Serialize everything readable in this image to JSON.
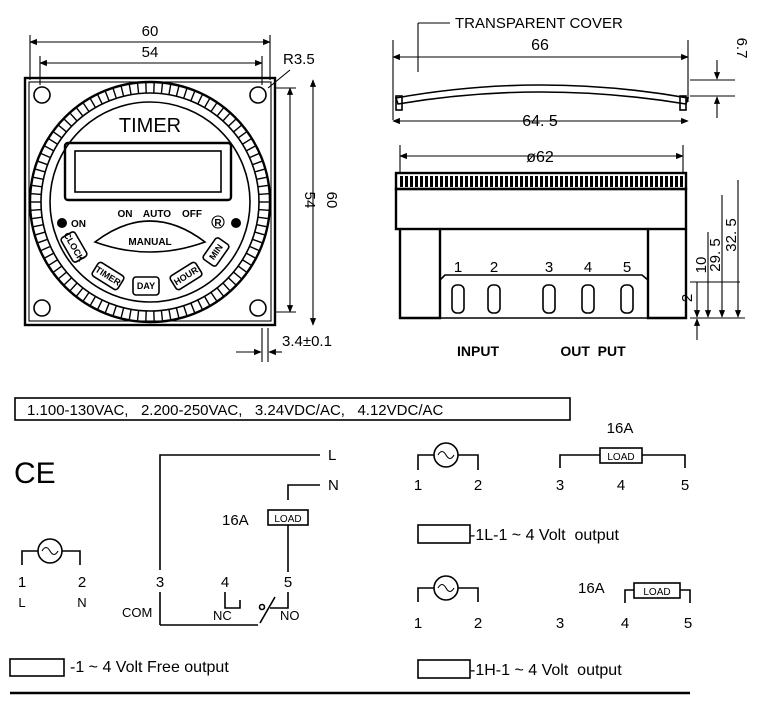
{
  "front_view": {
    "dim_width_outer": "60",
    "dim_width_inner": "54",
    "dim_radius": "R3.5",
    "dim_height_inner": "54",
    "dim_height_outer": "60",
    "dim_thickness": "3.4±0.1",
    "title": "TIMER",
    "mode_on": "ON",
    "mode_auto": "AUTO",
    "mode_off": "OFF",
    "led_on": "ON",
    "manual": "MANUAL",
    "buttons": [
      "CLOCK",
      "TIMER",
      "DAY",
      "HOUR",
      "MIN"
    ]
  },
  "side_view": {
    "cover_label": "TRANSPARENT COVER",
    "dim_cover_width": "66",
    "dim_cover_height": "6.7",
    "dim_cover_base": "64. 5",
    "dim_body_diameter": "ø62",
    "dim_h1": "2",
    "dim_h2": "10",
    "dim_h3": "29. 5",
    "dim_h4": "32. 5",
    "terminals": [
      "1",
      "2",
      "3",
      "4",
      "5"
    ],
    "input_label": "INPUT",
    "output_label": "OUT  PUT"
  },
  "voltage_options": "1.100-130VAC,   2.200-250VAC,   3.24VDC/AC,   4.12VDC/AC",
  "wiring": {
    "ce_mark": "CE",
    "supply_terminals": [
      "1",
      "2"
    ],
    "supply_labels": [
      "L",
      "N"
    ],
    "line_L": "L",
    "line_N": "N",
    "load_rating": "16A",
    "load": "LOAD",
    "relay_terminals": [
      "3",
      "4",
      "5"
    ],
    "com": "COM",
    "nc": "NC",
    "no": "NO",
    "free_output_caption": "-1 ~ 4 Volt Free output"
  },
  "output_1L": {
    "supply_terminals": [
      "1",
      "2"
    ],
    "load_rating": "16A",
    "load": "LOAD",
    "terminals": [
      "3",
      "4",
      "5"
    ],
    "caption": "-1L-1 ~ 4 Volt  output"
  },
  "output_1H": {
    "supply_terminals": [
      "1",
      "2"
    ],
    "load_rating": "16A",
    "load": "LOAD",
    "terminals": [
      "3",
      "4",
      "5"
    ],
    "caption": "-1H-1 ~ 4 Volt  output"
  }
}
